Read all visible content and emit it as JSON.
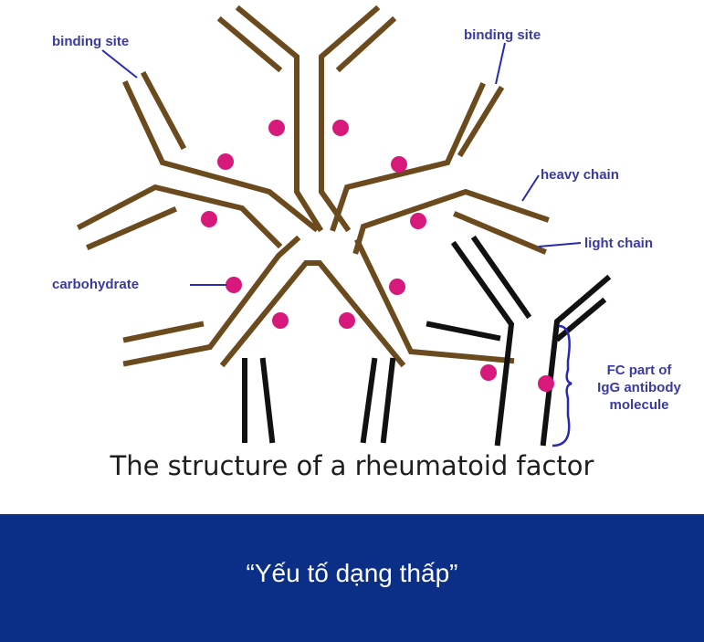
{
  "diagram": {
    "labels": {
      "binding_site_left": "binding site",
      "binding_site_right": "binding site",
      "heavy_chain": "heavy chain",
      "light_chain": "light chain",
      "carbohydrate": "carbohydrate",
      "fc_part": [
        "FC part of",
        "IgG antibody",
        "molecule"
      ]
    },
    "caption": "The structure of a rheumatoid factor",
    "colors": {
      "rheumatoid_factor_chain": "#6b4a1e",
      "igg_chain": "#111111",
      "carbohydrate": "#d6197a",
      "label_text": "#3a3aa0"
    }
  },
  "banner": {
    "title": "“Yếu tố dạng thấp”",
    "background": "#0b2f86"
  }
}
